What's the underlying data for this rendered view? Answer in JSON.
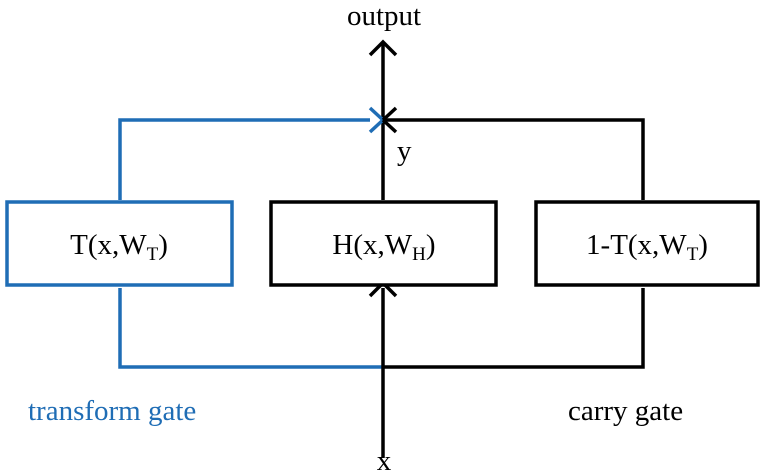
{
  "colors": {
    "blue": "#1f6db5",
    "black": "#000000",
    "background": "#ffffff"
  },
  "labels": {
    "output": "output",
    "input": "x",
    "y": "y",
    "transform_gate": "transform gate",
    "carry_gate": "carry gate"
  },
  "boxes": {
    "transform": {
      "prefix": "T(x,W",
      "sub": "T",
      "suffix": ")"
    },
    "hidden": {
      "prefix": "H(x,W",
      "sub": "H",
      "suffix": ")"
    },
    "carry": {
      "prefix": "1-T(x,W",
      "sub": "T",
      "suffix": ")"
    }
  }
}
